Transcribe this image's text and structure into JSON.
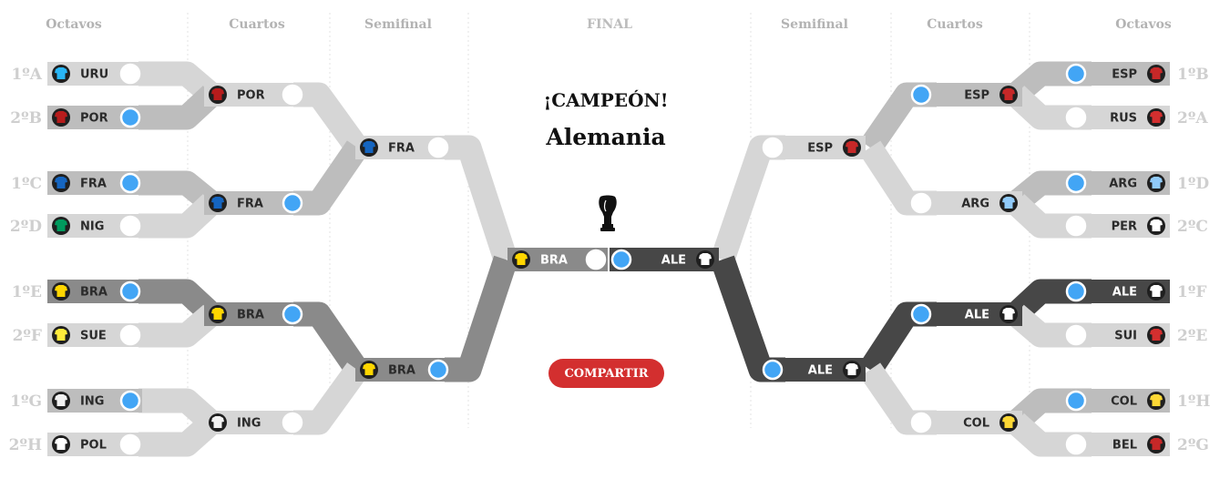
{
  "rounds": {
    "left": [
      "Octavos",
      "Cuartos",
      "Semifinal"
    ],
    "final": "FINAL",
    "right": [
      "Semifinal",
      "Cuartos",
      "Octavos"
    ]
  },
  "champion": {
    "label": "¡CAMPEÓN!",
    "name": "Alemania"
  },
  "share_button": "COMPARTIR",
  "colors": {
    "pick": "#42a5f5",
    "share": "#d32f2f",
    "light_lane": "#d6d6d6",
    "mid_lane": "#bdbdbd",
    "dark_lane": "#474747",
    "brazil_lane": "#8a8a8a"
  },
  "left_octavos": [
    {
      "seed": "1ºA",
      "team": "URU",
      "picked": false,
      "kit": "#29b6f6"
    },
    {
      "seed": "2ºB",
      "team": "POR",
      "picked": true,
      "kit": "#b71c1c"
    },
    {
      "seed": "1ºC",
      "team": "FRA",
      "picked": true,
      "kit": "#1565c0"
    },
    {
      "seed": "2ºD",
      "team": "NIG",
      "picked": false,
      "kit": "#009a5e"
    },
    {
      "seed": "1ºE",
      "team": "BRA",
      "picked": true,
      "kit": "#ffd600"
    },
    {
      "seed": "2ºF",
      "team": "SUE",
      "picked": false,
      "kit": "#ffeb3b"
    },
    {
      "seed": "1ºG",
      "team": "ING",
      "picked": true,
      "kit": "#f2f2f2"
    },
    {
      "seed": "2ºH",
      "team": "POL",
      "picked": false,
      "kit": "#ffffff"
    }
  ],
  "left_cuartos": [
    {
      "team": "POR",
      "picked": false,
      "kit": "#b71c1c"
    },
    {
      "team": "FRA",
      "picked": true,
      "kit": "#1565c0"
    },
    {
      "team": "BRA",
      "picked": true,
      "kit": "#ffd600"
    },
    {
      "team": "ING",
      "picked": false,
      "kit": "#f2f2f2"
    }
  ],
  "left_semifinal": [
    {
      "team": "FRA",
      "picked": false,
      "kit": "#1565c0"
    },
    {
      "team": "BRA",
      "picked": true,
      "kit": "#ffd600"
    }
  ],
  "final": {
    "left": {
      "team": "BRA",
      "picked": false,
      "kit": "#ffd600"
    },
    "right": {
      "team": "ALE",
      "picked": true,
      "kit": "#ffffff"
    }
  },
  "right_semifinal": [
    {
      "team": "ESP",
      "picked": false,
      "kit": "#c62828"
    },
    {
      "team": "ALE",
      "picked": true,
      "kit": "#ffffff"
    }
  ],
  "right_cuartos": [
    {
      "team": "ESP",
      "picked": true,
      "kit": "#c62828"
    },
    {
      "team": "ARG",
      "picked": false,
      "kit": "#90caf9"
    },
    {
      "team": "ALE",
      "picked": true,
      "kit": "#ffffff"
    },
    {
      "team": "COL",
      "picked": false,
      "kit": "#fdd835"
    }
  ],
  "right_octavos": [
    {
      "seed": "1ºB",
      "team": "ESP",
      "picked": true,
      "kit": "#c62828"
    },
    {
      "seed": "2ºA",
      "team": "RUS",
      "picked": false,
      "kit": "#d32f2f"
    },
    {
      "seed": "1ºD",
      "team": "ARG",
      "picked": true,
      "kit": "#90caf9"
    },
    {
      "seed": "2ºC",
      "team": "PER",
      "picked": false,
      "kit": "#ffffff"
    },
    {
      "seed": "1ºF",
      "team": "ALE",
      "picked": true,
      "kit": "#ffffff"
    },
    {
      "seed": "2ºE",
      "team": "SUI",
      "picked": false,
      "kit": "#d32f2f"
    },
    {
      "seed": "1ºH",
      "team": "COL",
      "picked": true,
      "kit": "#fdd835"
    },
    {
      "seed": "2ºG",
      "team": "BEL",
      "picked": false,
      "kit": "#c62828"
    }
  ]
}
